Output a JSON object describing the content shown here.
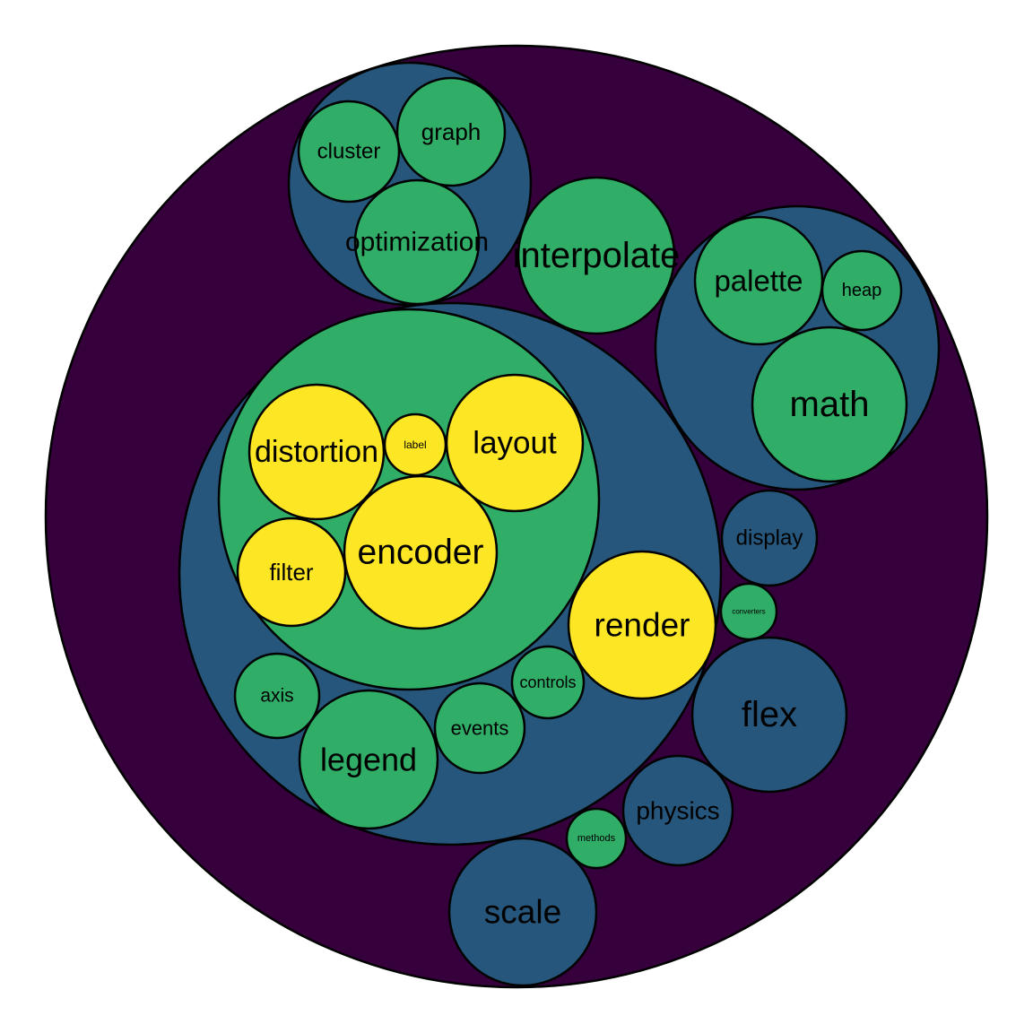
{
  "colors": {
    "depth0": "#35003c",
    "depth1": "#26567b",
    "depth2": "#30ad67",
    "depth3": "#fde724"
  },
  "nodes": [
    {
      "id": "root",
      "depth": 0,
      "label": null
    },
    {
      "id": "group-analytics",
      "depth": 1,
      "label": null
    },
    {
      "id": "cluster",
      "depth": 2,
      "label": "cluster"
    },
    {
      "id": "graph",
      "depth": 2,
      "label": "graph"
    },
    {
      "id": "optimization",
      "depth": 2,
      "label": "optimization"
    },
    {
      "id": "interpolate",
      "depth": 2,
      "label": "interpolate"
    },
    {
      "id": "group-util",
      "depth": 1,
      "label": null
    },
    {
      "id": "palette",
      "depth": 2,
      "label": "palette"
    },
    {
      "id": "heap",
      "depth": 2,
      "label": "heap"
    },
    {
      "id": "math",
      "depth": 2,
      "label": "math"
    },
    {
      "id": "group-vis",
      "depth": 1,
      "label": null
    },
    {
      "id": "group-operator",
      "depth": 2,
      "label": null
    },
    {
      "id": "distortion",
      "depth": 3,
      "label": "distortion"
    },
    {
      "id": "label",
      "depth": 3,
      "label": "label"
    },
    {
      "id": "layout",
      "depth": 3,
      "label": "layout"
    },
    {
      "id": "filter",
      "depth": 3,
      "label": "filter"
    },
    {
      "id": "encoder",
      "depth": 3,
      "label": "encoder"
    },
    {
      "id": "render",
      "depth": 3,
      "label": "render"
    },
    {
      "id": "controls",
      "depth": 2,
      "label": "controls"
    },
    {
      "id": "events",
      "depth": 2,
      "label": "events"
    },
    {
      "id": "axis",
      "depth": 2,
      "label": "axis"
    },
    {
      "id": "legend",
      "depth": 2,
      "label": "legend"
    },
    {
      "id": "display",
      "depth": 1,
      "label": "display"
    },
    {
      "id": "converters",
      "depth": 2,
      "label": "converters"
    },
    {
      "id": "flex",
      "depth": 1,
      "label": "flex"
    },
    {
      "id": "physics",
      "depth": 1,
      "label": "physics"
    },
    {
      "id": "methods",
      "depth": 2,
      "label": "methods"
    },
    {
      "id": "scale",
      "depth": 1,
      "label": "scale"
    }
  ]
}
